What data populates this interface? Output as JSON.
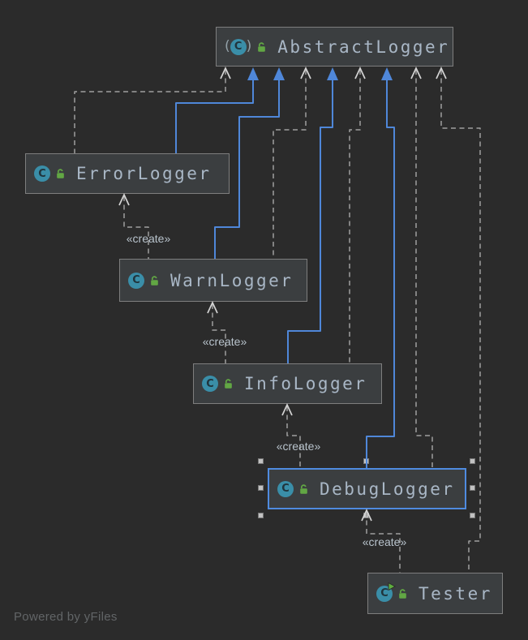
{
  "app": {
    "watermark": "Powered by yFiles"
  },
  "icons": {
    "class_letter": "C",
    "abstract_open": "(",
    "abstract_close": ")"
  },
  "colors": {
    "background": "#2b2b2b",
    "node_fill": "#3b3e40",
    "node_border": "#7e7e7e",
    "node_text": "#a9b7c6",
    "selection_blue": "#4f8be0",
    "inheritance_edge": "#4f87d9",
    "dependency_edge": "#a0a0a0",
    "class_icon_teal": "#3a8ea8",
    "lock_icon_green": "#62a744",
    "create_label_text": "#b8c3cc",
    "watermark_text": "#626567"
  },
  "diagram": {
    "nodes": [
      {
        "name": "AbstractLogger",
        "kind": "class",
        "abstract": true,
        "runnable": false,
        "unlocked": true,
        "selected": false
      },
      {
        "name": "ErrorLogger",
        "kind": "class",
        "abstract": false,
        "runnable": false,
        "unlocked": true,
        "selected": false
      },
      {
        "name": "WarnLogger",
        "kind": "class",
        "abstract": false,
        "runnable": false,
        "unlocked": true,
        "selected": false
      },
      {
        "name": "InfoLogger",
        "kind": "class",
        "abstract": false,
        "runnable": false,
        "unlocked": true,
        "selected": false
      },
      {
        "name": "DebugLogger",
        "kind": "class",
        "abstract": false,
        "runnable": false,
        "unlocked": true,
        "selected": true
      },
      {
        "name": "Tester",
        "kind": "class",
        "abstract": false,
        "runnable": true,
        "unlocked": true,
        "selected": false
      }
    ],
    "edges": {
      "inheritance": [
        {
          "from": "ErrorLogger",
          "to": "AbstractLogger"
        },
        {
          "from": "WarnLogger",
          "to": "AbstractLogger"
        },
        {
          "from": "InfoLogger",
          "to": "AbstractLogger"
        },
        {
          "from": "DebugLogger",
          "to": "AbstractLogger"
        }
      ],
      "dependency": [
        {
          "from": "ErrorLogger",
          "to": "AbstractLogger"
        },
        {
          "from": "WarnLogger",
          "to": "AbstractLogger"
        },
        {
          "from": "InfoLogger",
          "to": "AbstractLogger"
        },
        {
          "from": "DebugLogger",
          "to": "AbstractLogger"
        },
        {
          "from": "Tester",
          "to": "AbstractLogger"
        }
      ],
      "create": [
        {
          "from": "WarnLogger",
          "to": "ErrorLogger",
          "label": "«create»"
        },
        {
          "from": "InfoLogger",
          "to": "WarnLogger",
          "label": "«create»"
        },
        {
          "from": "DebugLogger",
          "to": "InfoLogger",
          "label": "«create»"
        },
        {
          "from": "Tester",
          "to": "DebugLogger",
          "label": "«create»"
        }
      ]
    }
  }
}
